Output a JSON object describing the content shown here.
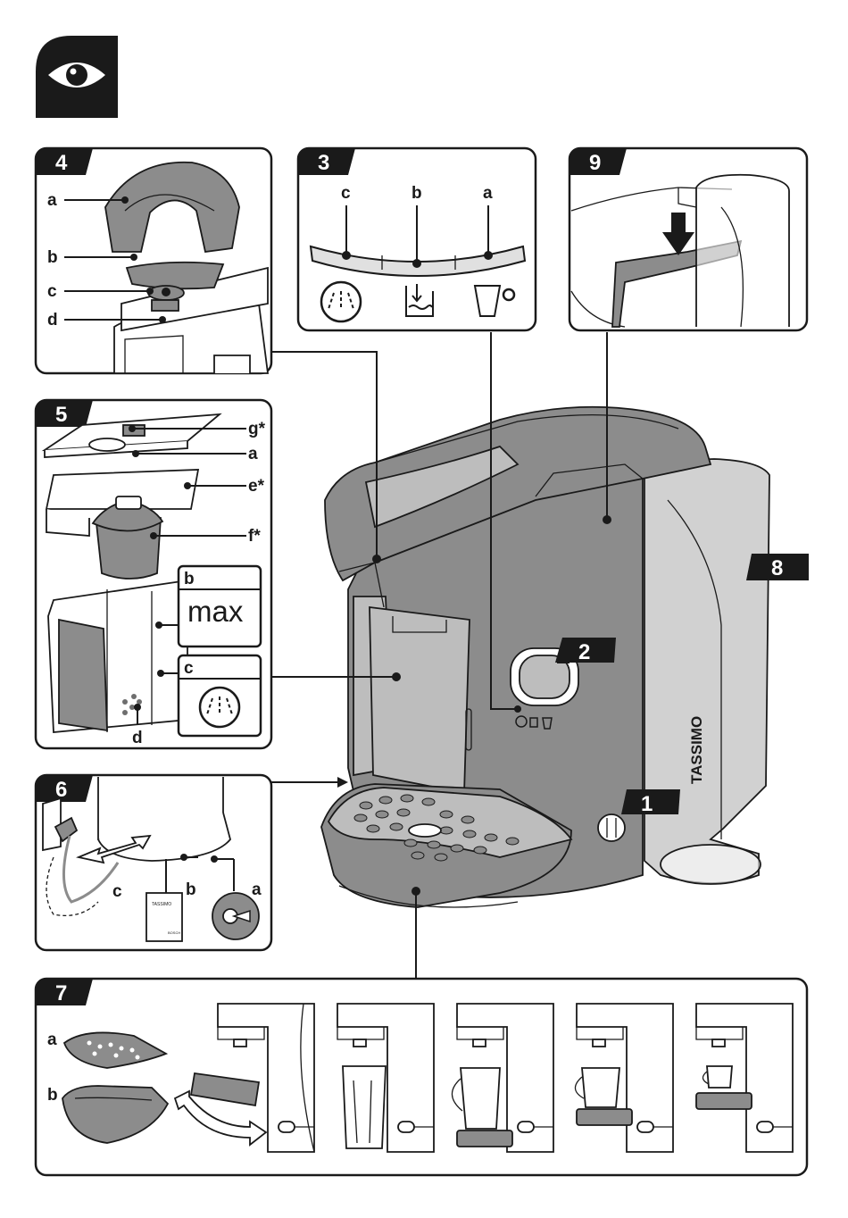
{
  "eye_icon": "eye-icon",
  "colors": {
    "machine": "#8c8c8c",
    "machine_light": "#bdbdbd",
    "tag_bg": "#1a1a1a",
    "accent": "#6e6e6e"
  },
  "panel4": {
    "number": "4",
    "labels": [
      "a",
      "b",
      "c",
      "d"
    ]
  },
  "panel3": {
    "number": "3",
    "labels": [
      "c",
      "b",
      "a"
    ],
    "icons": [
      "descale-icon",
      "water-tank-icon",
      "cup-icon"
    ]
  },
  "panel9": {
    "number": "9"
  },
  "panel5": {
    "number": "5",
    "labels": [
      "g*",
      "a",
      "e*",
      "f*",
      "d"
    ],
    "box_b_letter": "b",
    "box_b_text": "max",
    "box_c_letter": "c",
    "box_c_icon": "descale-icon"
  },
  "panel6": {
    "number": "6",
    "labels": [
      "c",
      "b",
      "a"
    ],
    "booklet_brand": "TASSIMO",
    "booklet_maker": "BOSCH"
  },
  "panel7": {
    "number": "7",
    "labels": [
      "a",
      "b"
    ]
  },
  "machine": {
    "brand": "TASSIMO",
    "callouts": [
      "1",
      "2",
      "8"
    ]
  }
}
